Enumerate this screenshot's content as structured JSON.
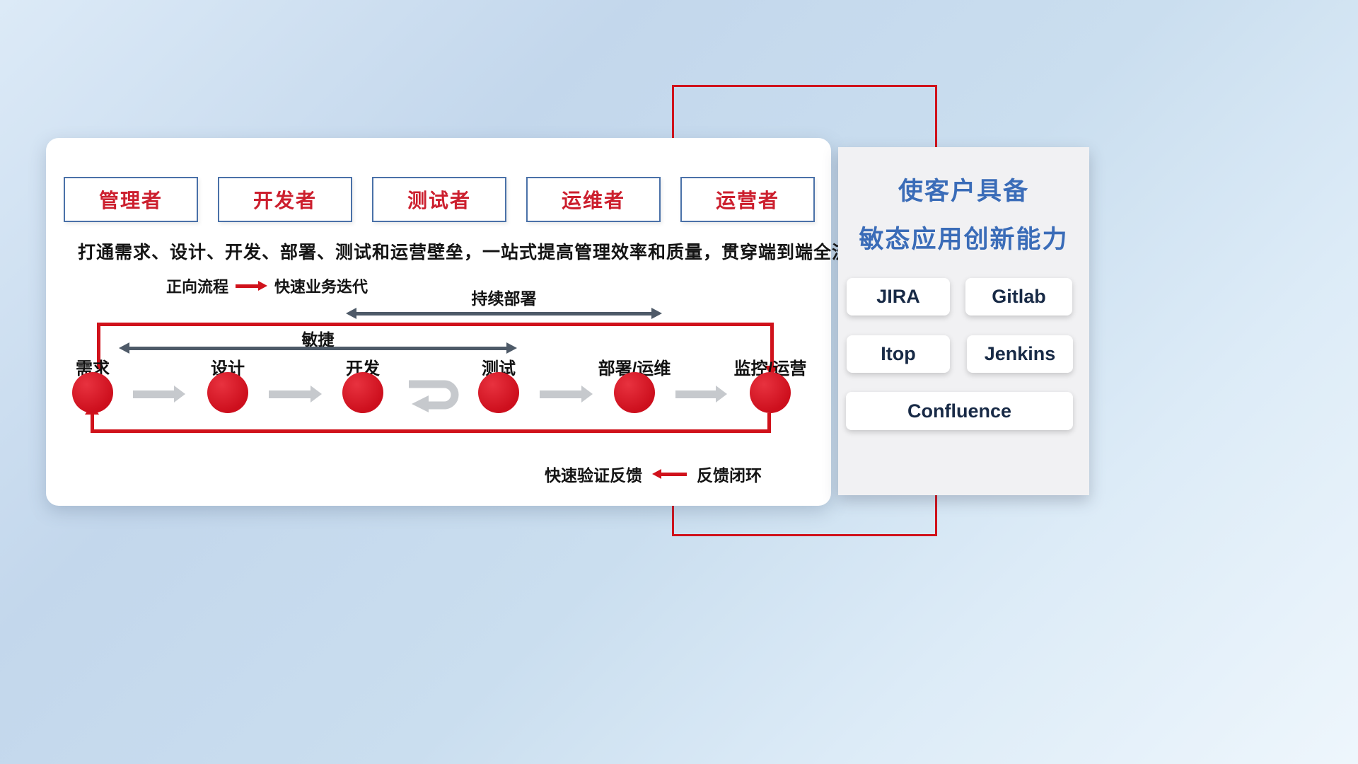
{
  "colors": {
    "red": "#d0121b",
    "role_border_blue": "#4a71a8",
    "role_text_red": "#cc1f2e",
    "title_blue": "#3a6cb8",
    "dark_arrow_gray": "#4e5a68",
    "light_arrow_gray": "#c6c9cd"
  },
  "roles": [
    {
      "label": "管理者"
    },
    {
      "label": "开发者"
    },
    {
      "label": "测试者"
    },
    {
      "label": "运维者"
    },
    {
      "label": "运营者"
    }
  ],
  "description": "打通需求、设计、开发、部署、测试和运营壁垒，一站式提高管理效率和质量，贯穿端到端全流程",
  "legend_forward": {
    "label": "正向流程",
    "value": "快速业务迭代"
  },
  "legend_feedback": {
    "label": "快速验证反馈",
    "value": "反馈闭环"
  },
  "flow": {
    "stages": [
      "需求",
      "设计",
      "开发",
      "测试",
      "部署/运维",
      "监控/运营"
    ],
    "agile_label": "敏捷",
    "continuous_deploy_label": "持续部署"
  },
  "right_panel": {
    "title_line1": "使客户具备",
    "title_line2": "敏态应用创新能力",
    "tools": [
      "JIRA",
      "Gitlab",
      "Itop",
      "Jenkins",
      "Confluence"
    ]
  }
}
